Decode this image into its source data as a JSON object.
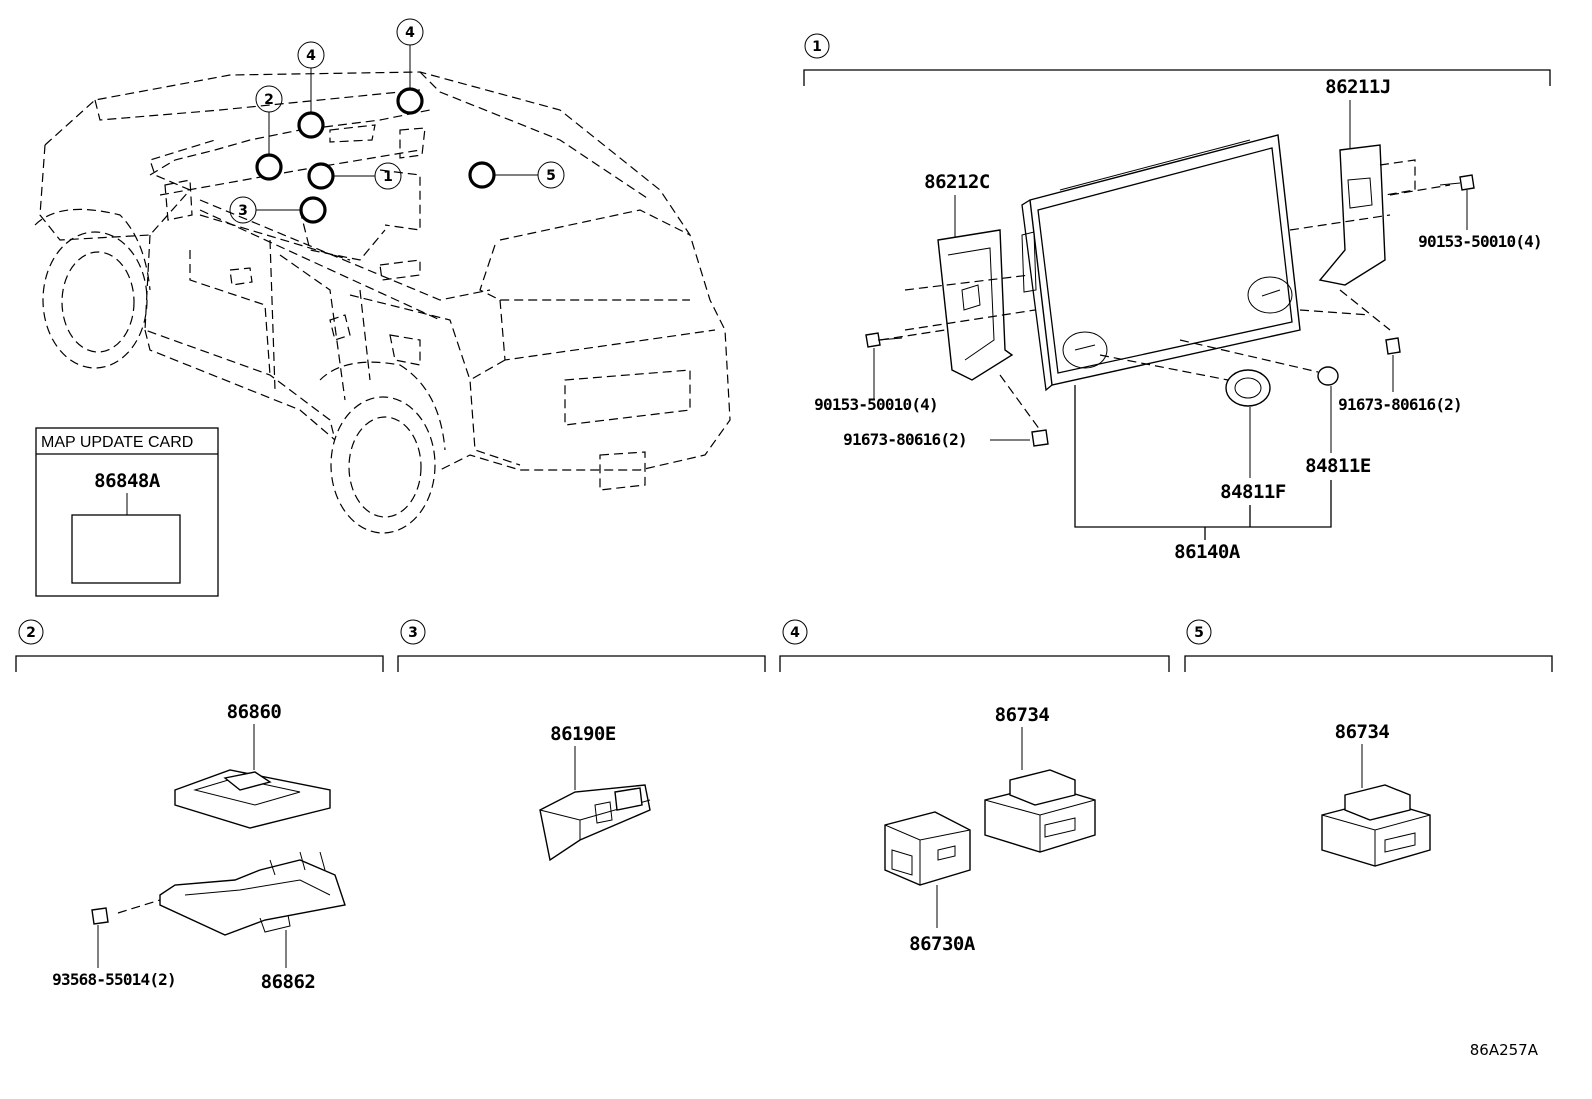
{
  "diagram_code": "86A257A",
  "vehicle_callouts": [
    "1",
    "2",
    "3",
    "4",
    "4",
    "5"
  ],
  "map_update_card": {
    "title": "MAP UPDATE CARD",
    "part": "86848A"
  },
  "section1": {
    "number": "1",
    "parts": {
      "bracket_right": "86211J",
      "bracket_left": "86212C",
      "screw_left": "90153-50010(4)",
      "screw_right": "90153-50010(4)",
      "bolt_left": "91673-80616(2)",
      "bolt_right": "91673-80616(2)",
      "grommet_f": "84811F",
      "grommet_e": "84811E",
      "display_assy": "86140A"
    }
  },
  "section2": {
    "number": "2",
    "parts": {
      "module": "86860",
      "bracket": "86862",
      "screw": "93568-55014(2)"
    }
  },
  "section3": {
    "number": "3",
    "parts": {
      "camera": "86190E"
    }
  },
  "section4": {
    "number": "4",
    "parts": {
      "antenna": "86734",
      "receiver": "86730A"
    }
  },
  "section5": {
    "number": "5",
    "parts": {
      "antenna": "86734"
    }
  }
}
